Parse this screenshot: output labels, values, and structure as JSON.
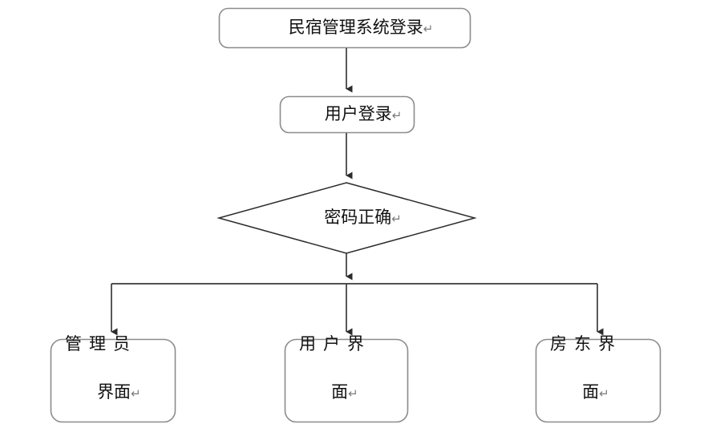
{
  "diagram": {
    "type": "flowchart",
    "title_text": "民宿管理系统登录",
    "orientation": "top-to-bottom",
    "colors": {
      "box_border": "#8c8c8c",
      "diamond_border": "#2b2b2b",
      "connector": "#3a3a3a",
      "text": "#111111",
      "return_mark": "#7b7b7b",
      "background": "#ffffff"
    },
    "return_glyph": "↵",
    "nodes": {
      "system_login": {
        "label": "民宿管理系统登录",
        "shape": "rounded-rectangle"
      },
      "user_login": {
        "label": "用户登录",
        "shape": "rounded-rectangle"
      },
      "password_correct": {
        "label": "密码正确",
        "shape": "diamond"
      },
      "admin_interface": {
        "label_line1": "管理员",
        "label_line2": "界面",
        "label": "管理员界面",
        "shape": "rounded-rectangle"
      },
      "user_interface": {
        "label_line1": "用户界",
        "label_line2": "面",
        "label": "用户界面",
        "shape": "rounded-rectangle"
      },
      "landlord_interface": {
        "label_line1": "房东界",
        "label_line2": "面",
        "label": "房东界面",
        "shape": "rounded-rectangle"
      }
    },
    "edges": [
      {
        "from": "system_login",
        "to": "user_login",
        "label": ""
      },
      {
        "from": "user_login",
        "to": "password_correct",
        "label": ""
      },
      {
        "from": "password_correct",
        "to": "branch_bus",
        "label": ""
      },
      {
        "from": "branch_bus",
        "to": "admin_interface",
        "label": ""
      },
      {
        "from": "branch_bus",
        "to": "user_interface",
        "label": ""
      },
      {
        "from": "branch_bus",
        "to": "landlord_interface",
        "label": ""
      }
    ]
  }
}
